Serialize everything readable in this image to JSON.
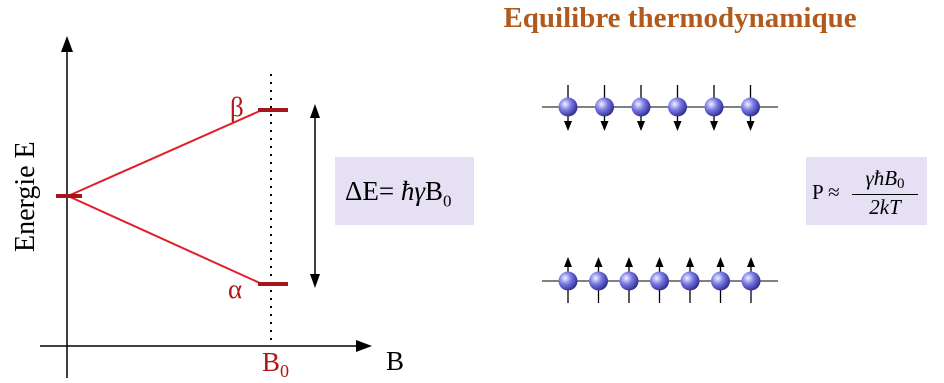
{
  "title": "Equilibre thermodynamique",
  "axes": {
    "y_label": "Energie E",
    "x_label": "B",
    "b0_label": "B",
    "b0_sub": "0"
  },
  "levels": {
    "upper": "β",
    "lower": "α"
  },
  "delta_e": {
    "lhs": "ΔE= ",
    "hbar": "ħ",
    "gamma": "γ",
    "b": "B",
    "sub": "0"
  },
  "polarization": {
    "lhs": "P ≈",
    "numerator": "γħB",
    "numerator_sub": "0",
    "denominator": "2kT"
  },
  "spins": {
    "down_row_count": 6,
    "up_row_count": 7
  },
  "colors": {
    "title": "#b05a1e",
    "energy": "#e0202a",
    "level": "#a8141c",
    "label_red": "#b01818",
    "box": "#e6e0f5",
    "sphere": "#5a5ad8"
  }
}
